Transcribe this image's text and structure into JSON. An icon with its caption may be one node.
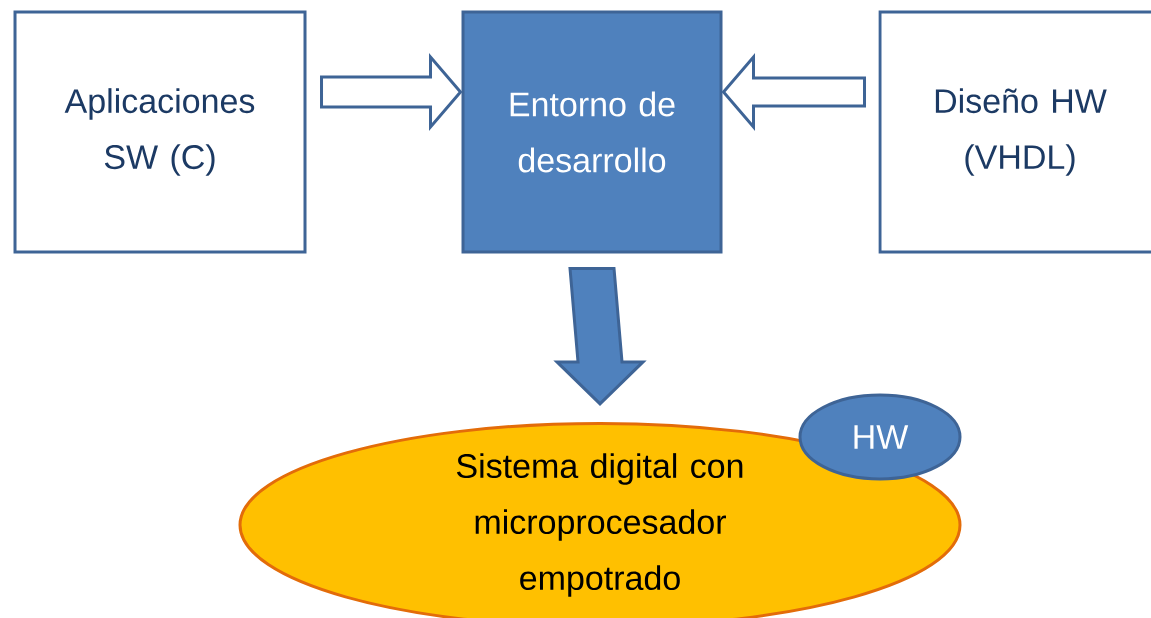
{
  "diagram": {
    "nodes": [
      {
        "text": [
          "Aplicaciones SW (C)"
        ]
      },
      {
        "text": [
          "Entorno de desarrollo"
        ]
      },
      {
        "text": [
          "Diseño HW (VHDL)"
        ]
      },
      {
        "text": [
          "Sistema digital con microprocesador empotrado"
        ]
      },
      {
        "text": [
          "HW"
        ]
      }
    ],
    "edges": [
      {
        "from": 0,
        "to": 1,
        "arrow": "to"
      },
      {
        "from": 2,
        "to": 1,
        "arrow": "to"
      },
      {
        "from": 1,
        "to": 3,
        "arrow": "to",
        "color": "#4f81bd"
      }
    ]
  }
}
